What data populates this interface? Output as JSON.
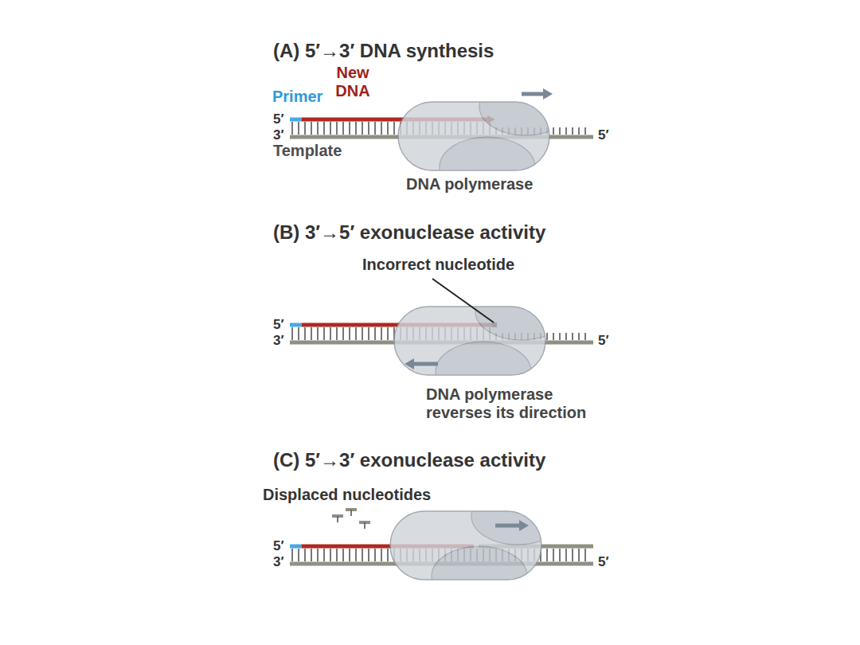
{
  "diagram": {
    "labels": [
      "(A) 5′→3′ DNA synthesis",
      "Primer",
      "New DNA",
      "5′",
      "3′",
      "Template",
      "5′",
      "DNA polymerase",
      "(B) 3′→5′ exonuclease activity",
      "Incorrect nucleotide",
      "5′",
      "3′",
      "5′",
      "DNA polymerase reverses its direction",
      "(C) 5′→3′ exonuclease activity",
      "Displaced nucleotides",
      "5′",
      "3′",
      "5′"
    ]
  }
}
